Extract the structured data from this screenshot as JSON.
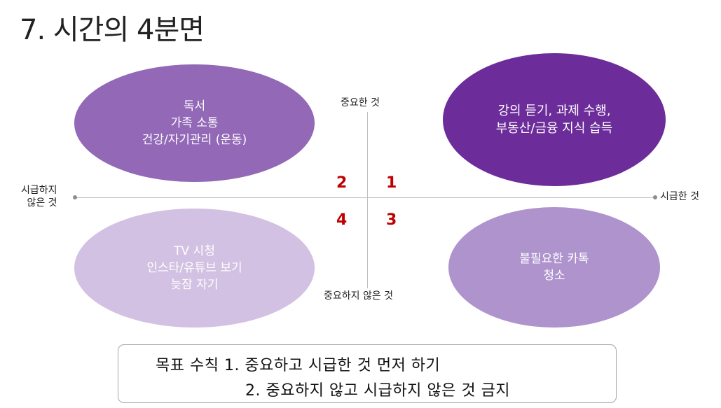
{
  "title": "7. 시간의 4분면",
  "axes": {
    "top": "중요한 것",
    "bottom": "중요하지 않은 것",
    "right": "시급한 것",
    "left_line1": "시급하지",
    "left_line2": "않은 것"
  },
  "quadrant_numbers": {
    "q1": "1",
    "q2": "2",
    "q3": "3",
    "q4": "4"
  },
  "quadrants": {
    "q2": {
      "color": "#9268b7",
      "lines": [
        "독서",
        "가족 소통",
        "건강/자기관리 (운동)"
      ]
    },
    "q1": {
      "color": "#6c2c9a",
      "lines": [
        "강의 듣기, 과제 수행,",
        "부동산/금융 지식 습득"
      ]
    },
    "q4": {
      "color": "#d2c1e2",
      "lines": [
        "TV 시청",
        "인스타/유튜브 보기",
        "늦잠 자기"
      ]
    },
    "q3": {
      "color": "#ae93cd",
      "lines": [
        "불필요한 카톡",
        "청소"
      ]
    }
  },
  "rules": {
    "line1": "목표 수칙 1. 중요하고 시급한 것 먼저 하기",
    "line2": "2. 중요하지 않고 시급하지 않은 것 금지"
  },
  "accent_color": "#c00000"
}
